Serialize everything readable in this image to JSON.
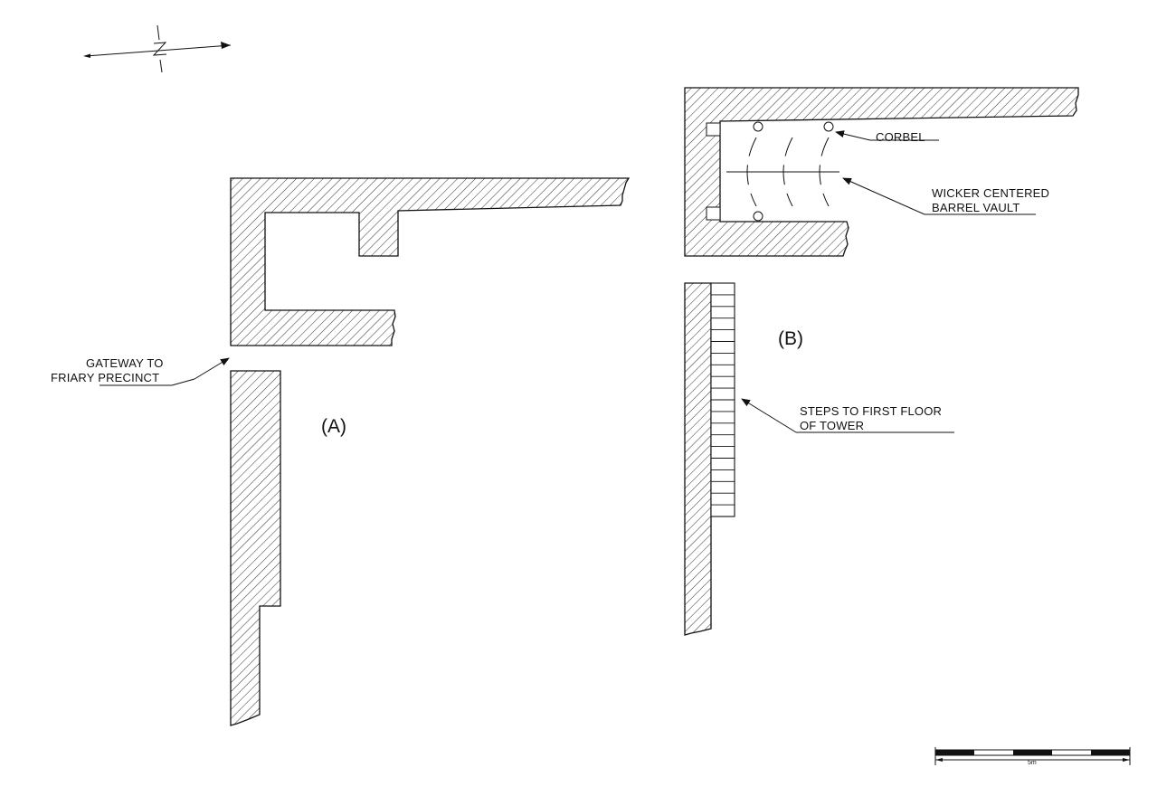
{
  "labels": {
    "gateway_line1": "GATEWAY TO",
    "gateway_line2": "FRIARY PRECINCT",
    "plan_a": "(A)",
    "plan_b": "(B)",
    "corbel": "CORBEL",
    "vault_line1": "WICKER CENTERED",
    "vault_line2": "BARREL VAULT",
    "steps_line1": "STEPS TO FIRST FLOOR",
    "steps_line2": "OF TOWER",
    "scale": "5m"
  },
  "icons": {
    "north_arrow": "north-arrow-icon"
  },
  "colors": {
    "ink": "#111111",
    "background": "#ffffff"
  }
}
